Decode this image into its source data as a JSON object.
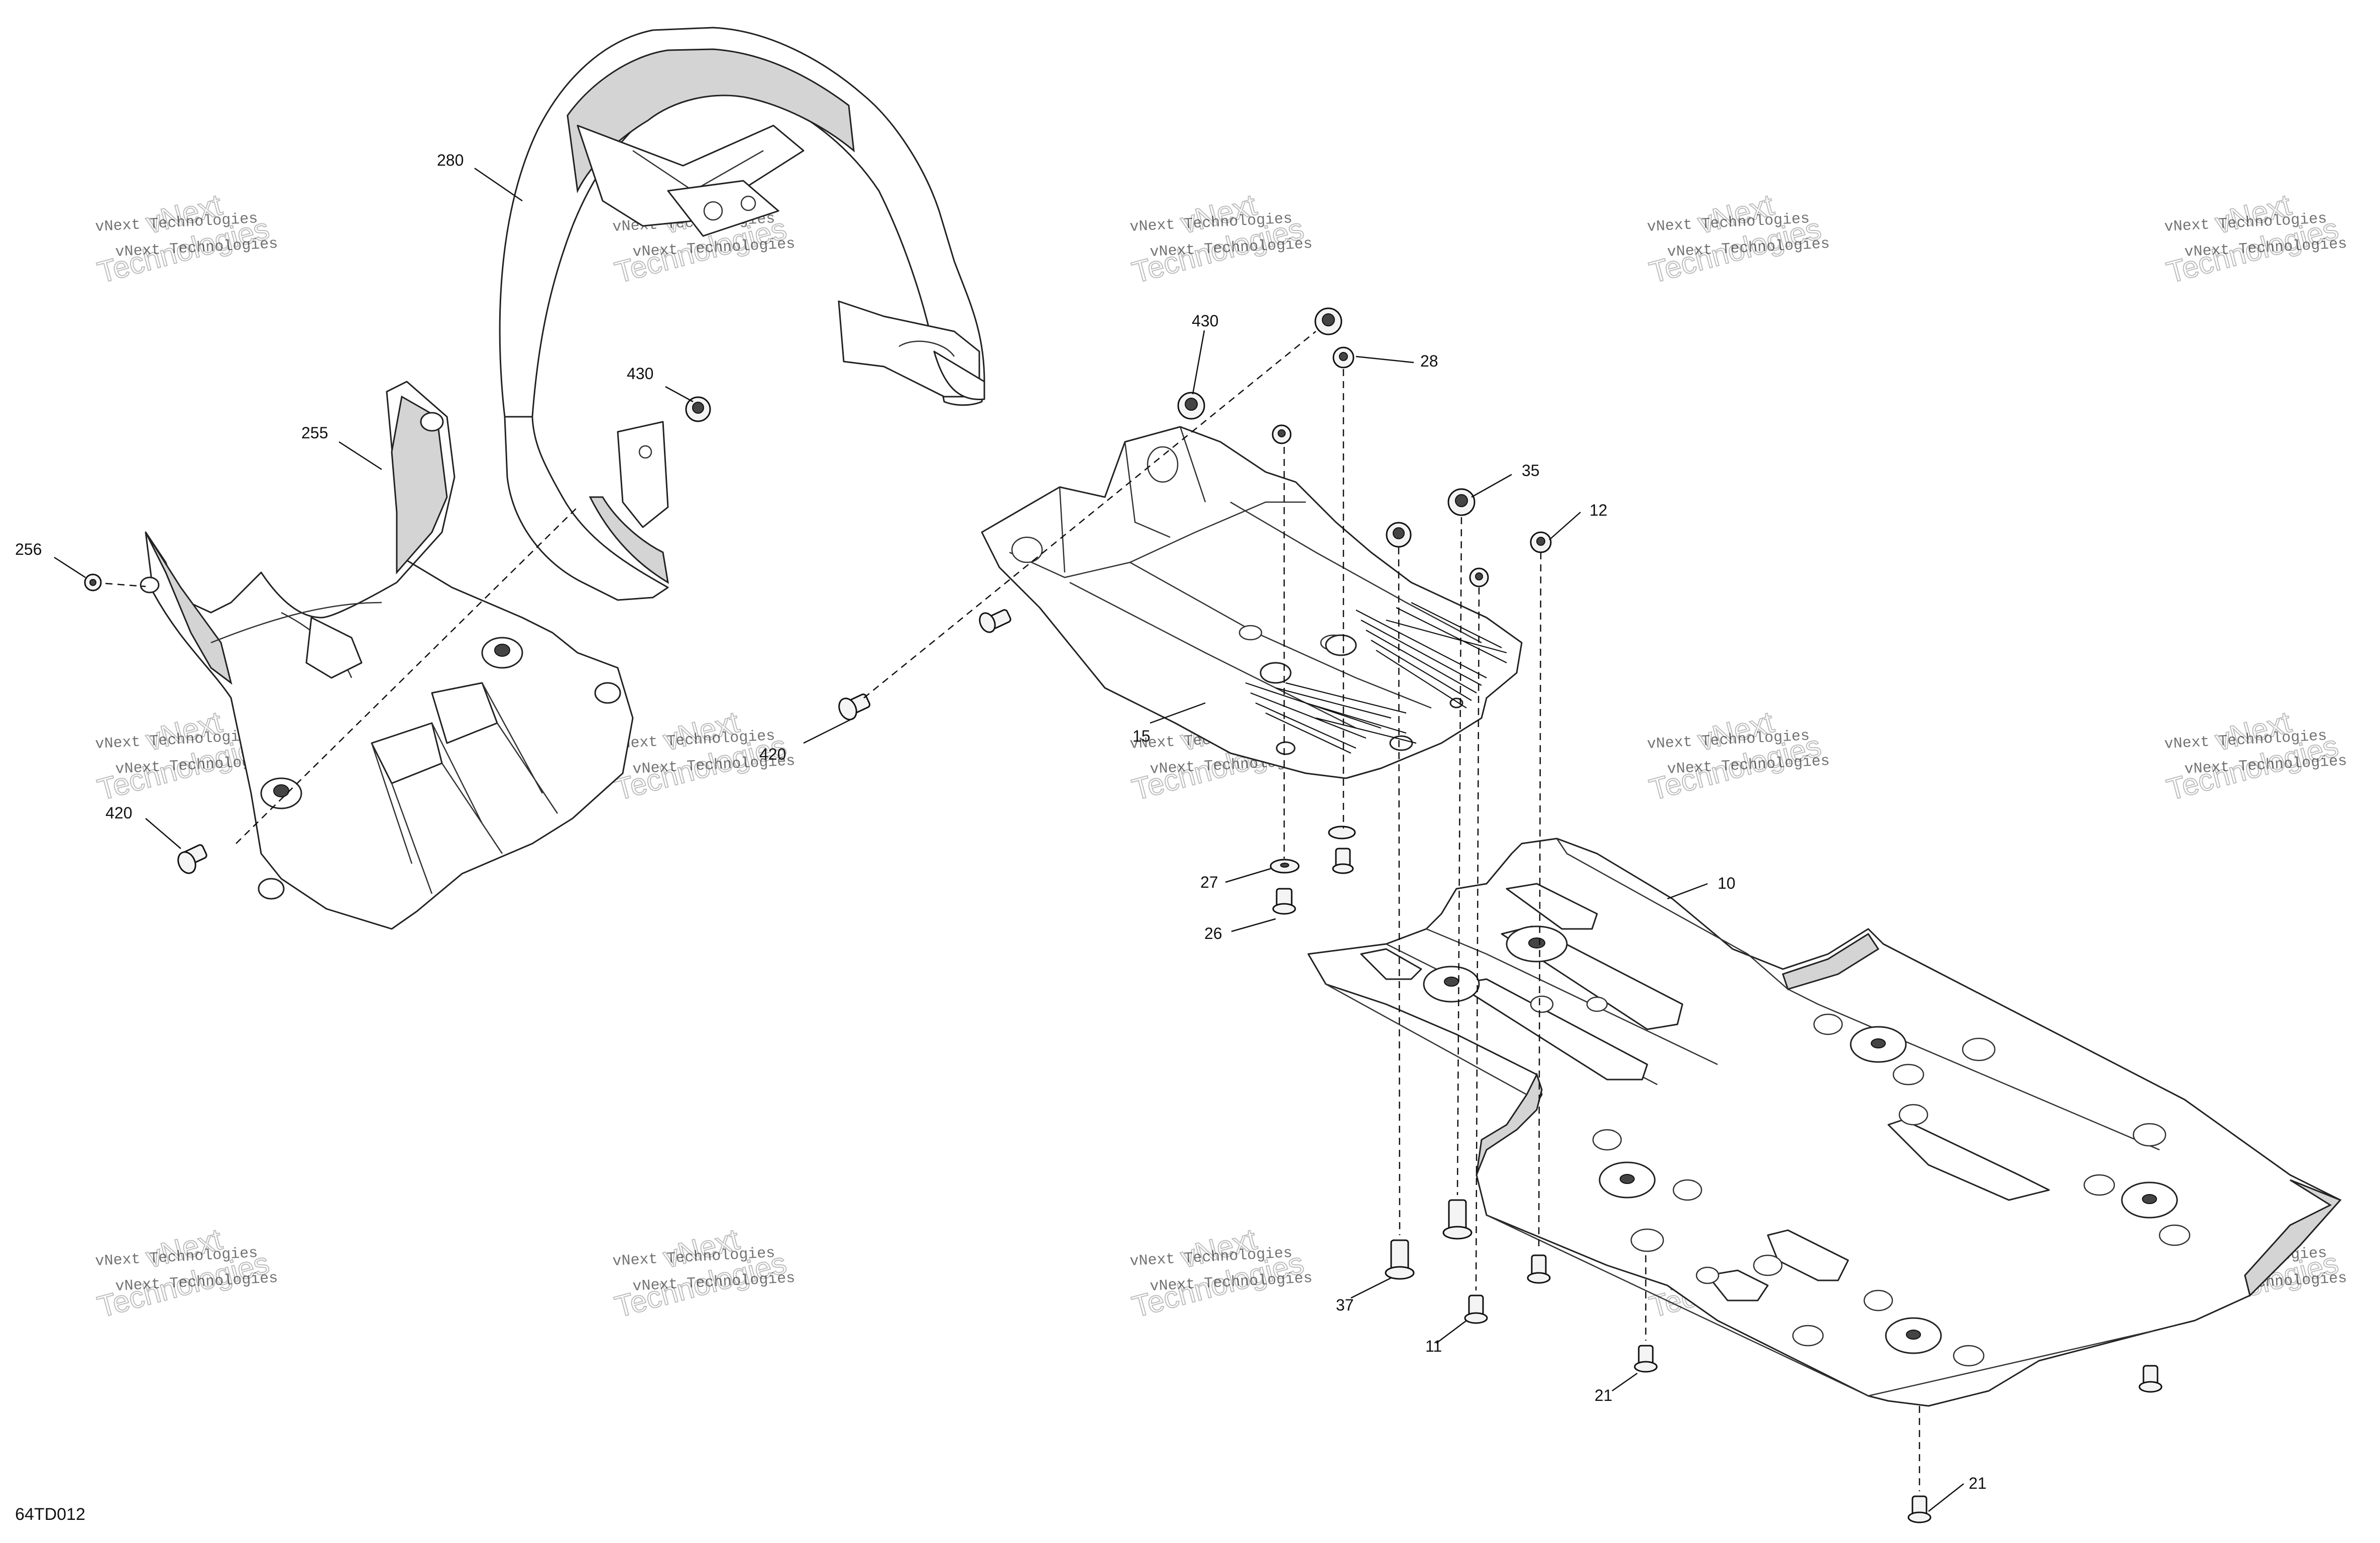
{
  "diagram_code": "64TD012",
  "callouts": [
    "280",
    "430",
    "255",
    "256",
    "420",
    "430",
    "28",
    "35",
    "12",
    "15",
    "420",
    "10",
    "27",
    "26",
    "37",
    "11",
    "21",
    "21"
  ],
  "watermark": {
    "small": "vNext Technologies",
    "large_top": "vNext",
    "large_bottom": "Technologies"
  }
}
